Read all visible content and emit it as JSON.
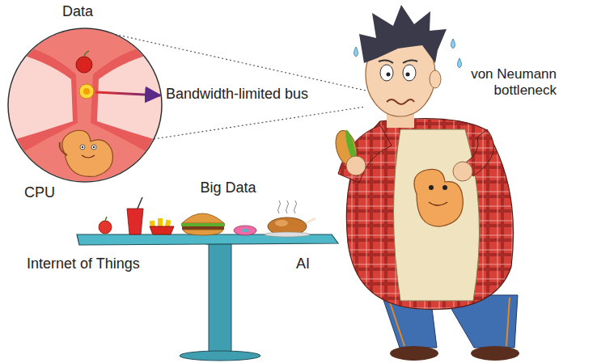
{
  "diagram": {
    "labels": [
      "Data",
      "CPU",
      "Bandwidth-limited bus",
      "von Neumann bottleneck",
      "Big Data",
      "Internet of Things",
      "AI"
    ]
  }
}
